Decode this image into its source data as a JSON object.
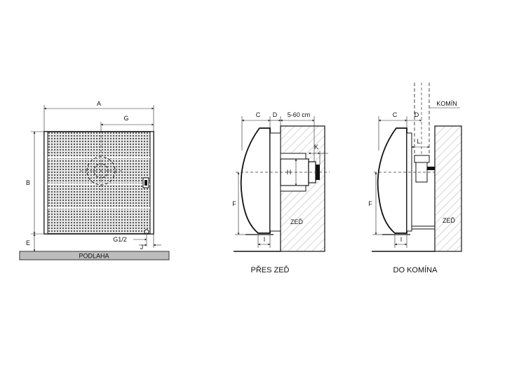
{
  "labels": {
    "a": "A",
    "b": "B",
    "e": "E",
    "g": "G",
    "g12": "G1/2",
    "j": "J",
    "c": "C",
    "d": "D",
    "f": "F",
    "h": "H",
    "i": "I",
    "k": "K",
    "l": "L",
    "range": "5-60 cm",
    "zed": "ZEĎ",
    "komin": "KOMÍN",
    "podlaha": "PODLAHA"
  },
  "captions": {
    "through_wall": "PŘES ZEĎ",
    "chimney": "DO KOMÍNA"
  }
}
